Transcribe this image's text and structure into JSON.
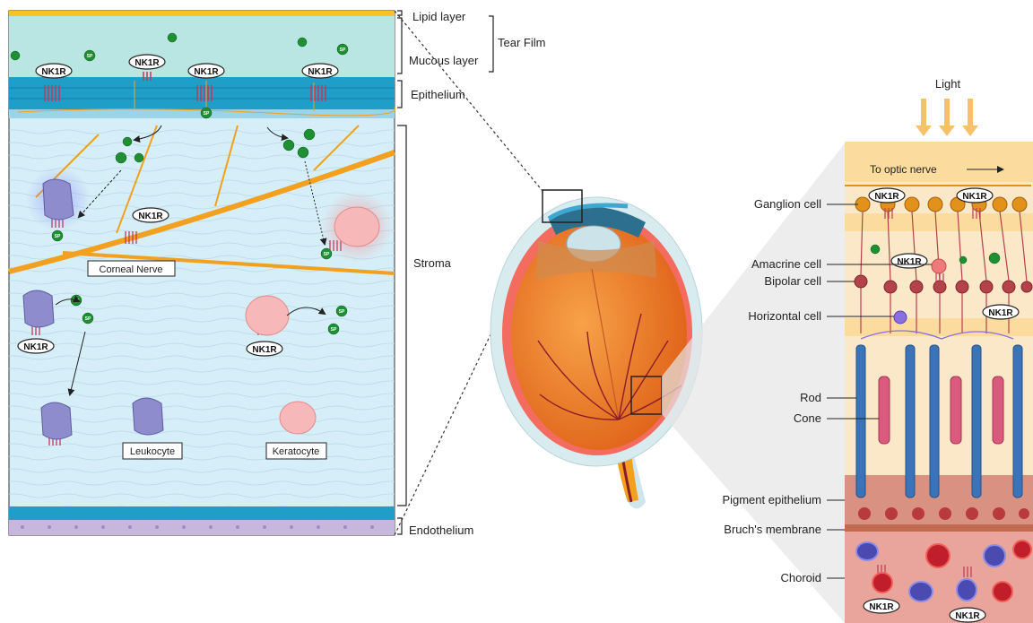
{
  "cornea": {
    "layers": {
      "lipid": "Lipid layer",
      "mucous": "Mucous layer",
      "tear_film": "Tear Film",
      "epithelium": "Epithelium",
      "stroma": "Stroma",
      "endothelium": "Endothelium"
    },
    "labels": {
      "corneal_nerve": "Corneal Nerve",
      "leukocyte": "Leukocyte",
      "keratocyte": "Keratocyte"
    }
  },
  "retina": {
    "light": "Light",
    "to_optic_nerve": "To optic nerve",
    "cells": {
      "ganglion": "Ganglion cell",
      "amacrine": "Amacrine cell",
      "bipolar": "Bipolar cell",
      "horizontal": "Horizontal cell",
      "rod": "Rod",
      "cone": "Cone",
      "pigment_epithelium": "Pigment epithelium",
      "bruchs": "Bruch's membrane",
      "choroid": "Choroid"
    }
  },
  "markers": {
    "receptor": "NK1R",
    "peptide": "SP"
  },
  "colors": {
    "stroma_bg": "#d6eef7",
    "tear_film": "#b9e6e2",
    "epithelium": "#1f9fc8",
    "endothelium": "#c8b7dd",
    "nerve": "#f2a01e",
    "sp_green": "#1e8f32",
    "leukocyte": "#8e8ccc",
    "keratocyte": "#f6b8b8",
    "eye_orange": "#f08a2a",
    "rod_blue": "#3a73b8",
    "cone_pink": "#d95a7c",
    "choroid_red": "#e9a59b"
  }
}
